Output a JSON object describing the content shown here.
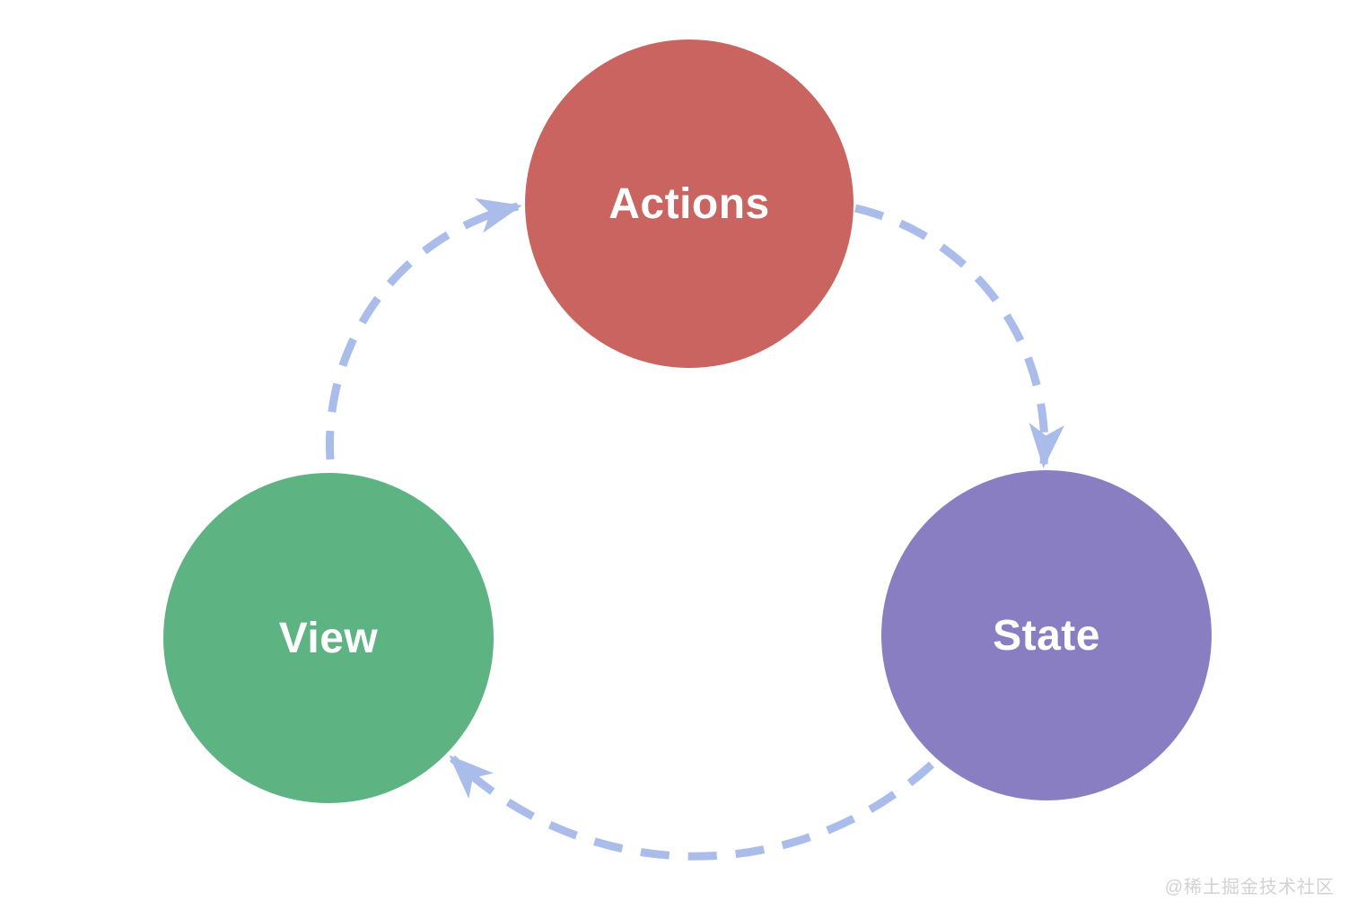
{
  "diagram": {
    "type": "cycle-flow",
    "nodes": [
      {
        "id": "actions",
        "label": "Actions",
        "color": "#c96460"
      },
      {
        "id": "view",
        "label": "View",
        "color": "#5db381"
      },
      {
        "id": "state",
        "label": "State",
        "color": "#8a7ec3"
      }
    ],
    "edges": [
      {
        "from": "view",
        "to": "actions"
      },
      {
        "from": "actions",
        "to": "state"
      },
      {
        "from": "state",
        "to": "view"
      }
    ],
    "arrow_color": "#aabdea",
    "label_color": "#ffffff"
  },
  "watermark": {
    "text": "@稀土掘金技术社区",
    "color": "#d2d2d2"
  }
}
